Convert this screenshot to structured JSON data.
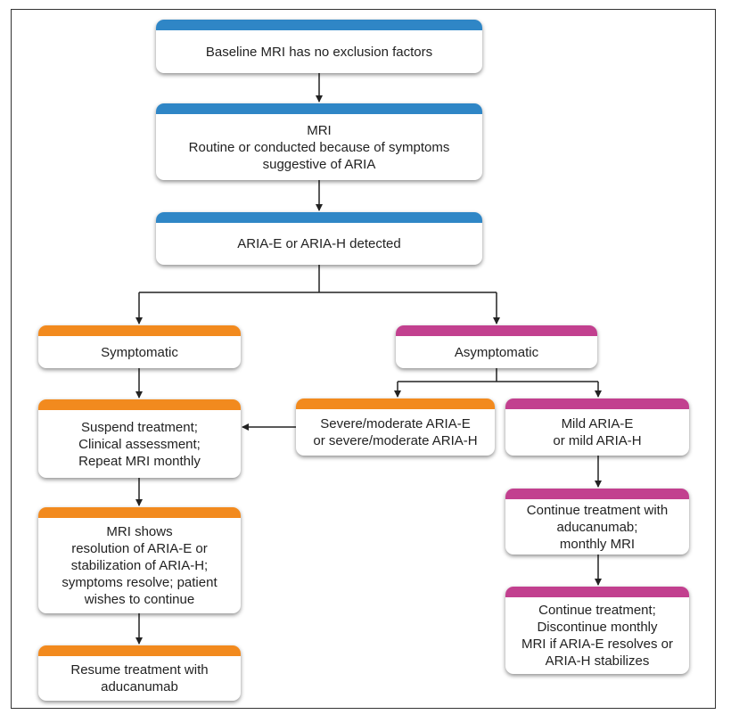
{
  "colors": {
    "blue": "#2f86c6",
    "orange": "#f28a1e",
    "magenta": "#c2408f",
    "arrow": "#222222"
  },
  "nodes": {
    "baseline": "Baseline MRI has no exclusion factors",
    "mri": "MRI\nRoutine or conducted because of symptoms\nsuggestive of ARIA",
    "detected": "ARIA-E or ARIA-H detected",
    "symptomatic": "Symptomatic",
    "asymptomatic": "Asymptomatic",
    "suspend": "Suspend treatment;\nClinical assessment;\nRepeat MRI monthly",
    "severe": "Severe/moderate ARIA-E\nor severe/moderate ARIA-H",
    "mild": "Mild ARIA-E\nor mild ARIA-H",
    "resolution": "MRI shows\nresolution of ARIA-E or\nstabilization of ARIA-H;\nsymptoms resolve; patient\nwishes to continue",
    "continue_aducanumab": "Continue treatment with\naducanumab;\nmonthly MRI",
    "resume": "Resume treatment with\naducanumab",
    "continue_discontinue": "Continue treatment;\nDiscontinue monthly\nMRI if ARIA-E resolves or\nARIA-H stabilizes"
  }
}
